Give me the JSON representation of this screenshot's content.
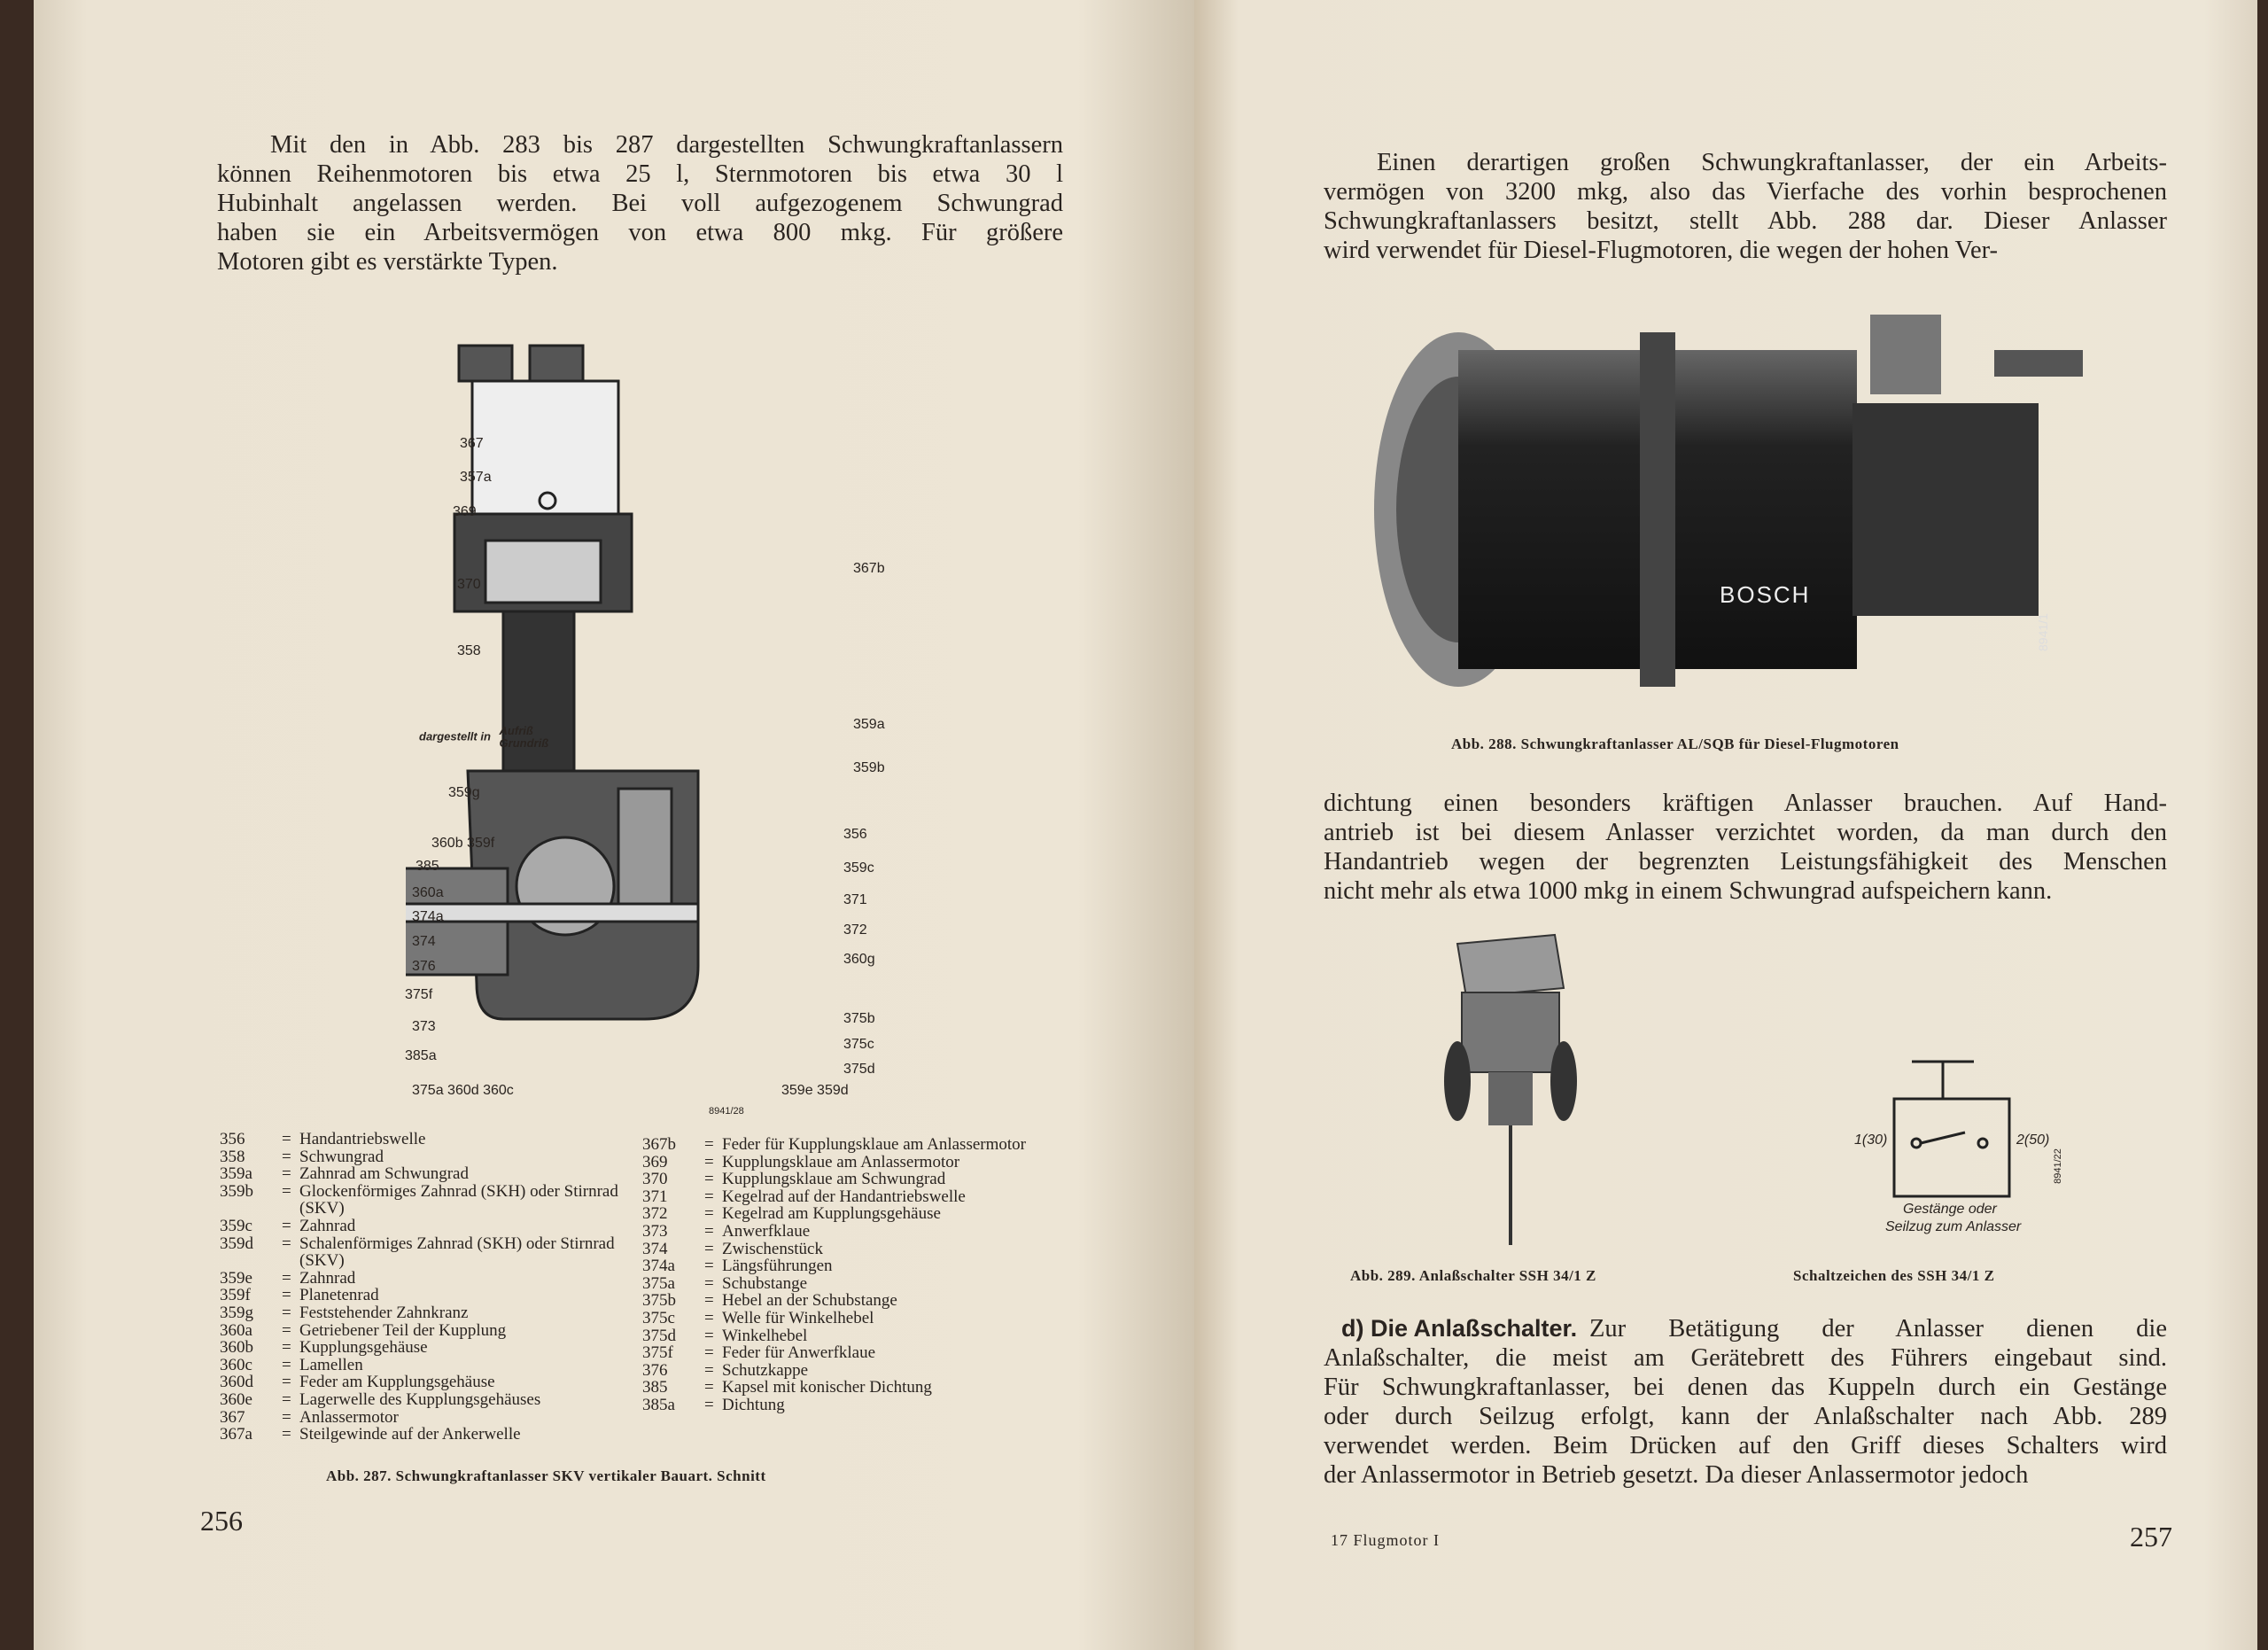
{
  "left_page": {
    "paragraph": [
      "Mit den in Abb. 283 bis 287 dargestellten Schwungkraftanlassern",
      "können Reihenmotoren bis etwa 25 l, Sternmotoren bis etwa 30 l",
      "Hubinhalt angelassen werden. Bei voll aufgezogenem Schwungrad",
      "haben sie ein Arbeitsvermögen von etwa 800 mkg. Für größere",
      "Motoren gibt es verstärkte Typen."
    ],
    "diagram_labels": [
      "367",
      "357a",
      "369",
      "370",
      "358",
      "359a",
      "359b",
      "359g",
      "360b 359f",
      "385",
      "360a",
      "374a",
      "374",
      "376",
      "375f",
      "373",
      "385a",
      "375a 360d 360c",
      "367b",
      "356",
      "359c",
      "371",
      "372",
      "360g",
      "375b",
      "375c",
      "375d",
      "359e 359d",
      "8941/28"
    ],
    "view_note": {
      "prefix": "dargestellt in",
      "top": "Aufriß",
      "bottom": "Grundriß"
    },
    "legend_left": [
      [
        "356",
        "Handantriebswelle"
      ],
      [
        "358",
        "Schwungrad"
      ],
      [
        "359a",
        "Zahnrad am Schwungrad"
      ],
      [
        "359b",
        "Glockenförmiges Zahnrad (SKH) oder Stirnrad (SKV)"
      ],
      [
        "359c",
        "Zahnrad"
      ],
      [
        "359d",
        "Schalenförmiges Zahnrad (SKH) oder Stirnrad (SKV)"
      ],
      [
        "359e",
        "Zahnrad"
      ],
      [
        "359f",
        "Planetenrad"
      ],
      [
        "359g",
        "Feststehender Zahnkranz"
      ],
      [
        "360a",
        "Getriebener Teil der Kupplung"
      ],
      [
        "360b",
        "Kupplungsgehäuse"
      ],
      [
        "360c",
        "Lamellen"
      ],
      [
        "360d",
        "Feder am Kupplungsgehäuse"
      ],
      [
        "360e",
        "Lagerwelle des Kupplungsgehäuses"
      ],
      [
        "367",
        "Anlassermotor"
      ],
      [
        "367a",
        "Steilgewinde auf der Ankerwelle"
      ]
    ],
    "legend_right": [
      [
        "367b",
        "Feder für Kupplungsklaue am Anlassermotor"
      ],
      [
        "369",
        "Kupplungsklaue am Anlassermotor"
      ],
      [
        "370",
        "Kupplungsklaue am Schwungrad"
      ],
      [
        "371",
        "Kegelrad auf der Handantriebswelle"
      ],
      [
        "372",
        "Kegelrad am Kupplungsgehäuse"
      ],
      [
        "373",
        "Anwerfklaue"
      ],
      [
        "374",
        "Zwischenstück"
      ],
      [
        "374a",
        "Längsführungen"
      ],
      [
        "375a",
        "Schubstange"
      ],
      [
        "375b",
        "Hebel an der Schubstange"
      ],
      [
        "375c",
        "Welle für Winkelhebel"
      ],
      [
        "375d",
        "Winkelhebel"
      ],
      [
        "375f",
        "Feder für Anwerfklaue"
      ],
      [
        "376",
        "Schutzkappe"
      ],
      [
        "385",
        "Kapsel mit konischer Dichtung"
      ],
      [
        "385a",
        "Dichtung"
      ]
    ],
    "caption": "Abb. 287. Schwungkraftanlasser SKV vertikaler Bauart. Schnitt",
    "page_number": "256"
  },
  "right_page": {
    "paragraph1": [
      "Einen derartigen großen Schwungkraftanlasser, der ein Arbeits-",
      "vermögen von 3200 mkg, also das Vierfache des vorhin besprochenen",
      "Schwungkraftanlassers besitzt, stellt Abb. 288 dar. Dieser Anlasser",
      "wird verwendet für Diesel-Flugmotoren, die wegen der hohen Ver-"
    ],
    "photo_brand": "BOSCH",
    "photo_code": "8941/1",
    "caption288": "Abb. 288. Schwungkraftanlasser AL/SQB für Diesel-Flugmotoren",
    "paragraph2": [
      "dichtung einen besonders kräftigen Anlasser brauchen. Auf Hand-",
      "antrieb ist bei diesem Anlasser verzichtet worden, da man durch den",
      "Handantrieb wegen der begrenzten Leistungsfähigkeit des Menschen",
      "nicht mehr als etwa 1000 mkg in einem Schwungrad aufspeichern kann."
    ],
    "schematic": {
      "left": "1(30)",
      "right": "2(50)",
      "note1": "Gestänge oder",
      "note2": "Seilzug zum Anlasser",
      "code": "8941/22"
    },
    "caption289": "Abb. 289. Anlaßschalter SSH 34/1 Z",
    "caption_symbol": "Schaltzeichen des SSH 34/1 Z",
    "section_heading": "d) Die Anlaßschalter.",
    "paragraph3": [
      "Zur Betätigung der Anlasser dienen die",
      "Anlaßschalter, die meist am Gerätebrett des Führers eingebaut sind.",
      "Für Schwungkraftanlasser, bei denen das Kuppeln durch ein Gestänge",
      "oder durch Seilzug erfolgt, kann der Anlaßschalter nach Abb. 289",
      "verwendet werden. Beim Drücken auf den Griff dieses Schalters wird",
      "der Anlassermotor in Betrieb gesetzt. Da dieser Anlassermotor jedoch"
    ],
    "footer": "17 Flugmotor I",
    "page_number": "257"
  }
}
